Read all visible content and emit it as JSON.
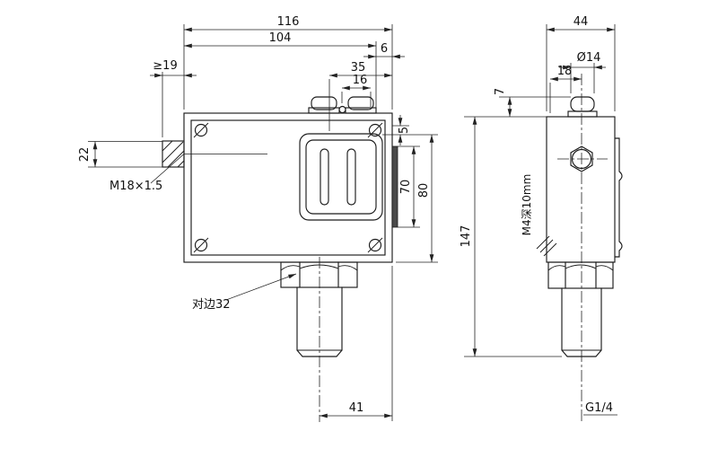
{
  "drawing": {
    "type": "technical-dimension-drawing",
    "subject": "pressure switch, front and side views",
    "colors": {
      "line": "#1b1b1b",
      "background": "#ffffff"
    }
  },
  "front": {
    "dim_width_total": "116",
    "dim_width_inner": "104",
    "dim_offset_6": "6",
    "dim_35": "35",
    "dim_16": "16",
    "dim_min19": "≥19",
    "dim_22": "22",
    "dim_5": "5",
    "dim_70": "70",
    "dim_80": "80",
    "dim_41": "41",
    "label_conduit": "M18×1.5",
    "label_flats": "对边32"
  },
  "side": {
    "dim_44": "44",
    "dim_18": "18",
    "dim_dia14": "Ø14",
    "dim_7": "7",
    "dim_147": "147",
    "label_m4": "M4深10mm",
    "label_port": "G1/4"
  }
}
